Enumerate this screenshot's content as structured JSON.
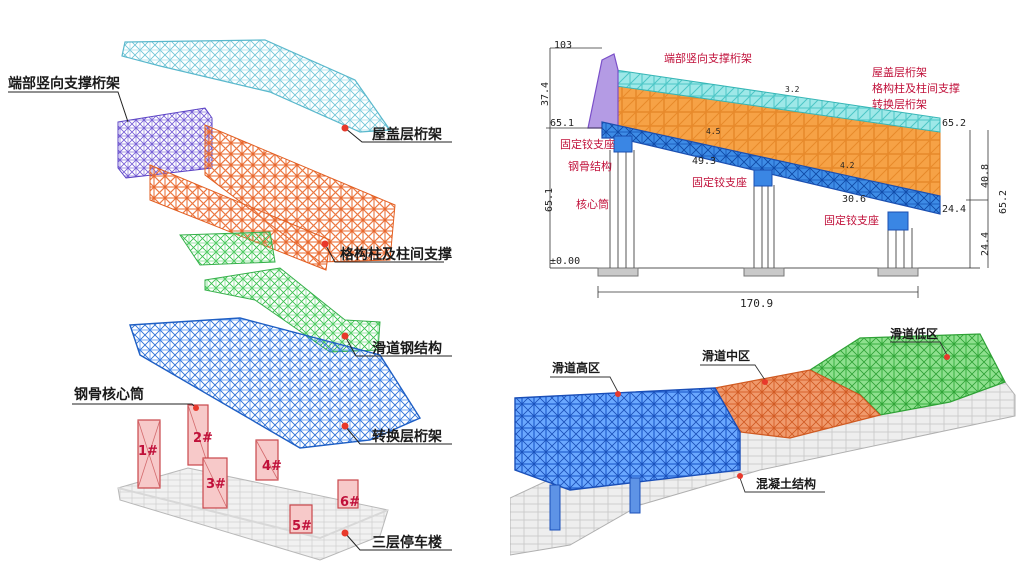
{
  "left_panel": {
    "labels": {
      "end_bracing": "端部竖向支撑桁架",
      "roof_truss": "屋盖层桁架",
      "lattice_column": "格构柱及柱间支撑",
      "slide_steel": "滑道钢结构",
      "steel_core": "钢骨核心筒",
      "transfer_truss": "转换层桁架",
      "parking": "三层停车楼"
    },
    "cores": [
      "1#",
      "2#",
      "3#",
      "4#",
      "5#",
      "6#"
    ]
  },
  "section": {
    "labels": {
      "end_bracing": "端部竖向支撑桁架",
      "roof_truss": "屋盖层桁架",
      "lattice_column": "格构柱及柱间支撑",
      "transfer_truss": "转换层桁架",
      "fixed_bearing_1": "固定铰支座",
      "steel_structure": "钢骨结构",
      "core_tube": "核心筒",
      "fixed_bearing_2": "固定铰支座",
      "fixed_bearing_3": "固定铰支座"
    },
    "dims": {
      "top_left": "103",
      "left_height": "37.4",
      "left_level": "65.1",
      "left_full": "65.1",
      "ground": "±0.00",
      "mid_a": "49.3",
      "mid_b": "30.6",
      "right_level": "24.4",
      "right_top": "65.2",
      "right_h1": "40.8",
      "right_full": "65.2",
      "right_h2": "24.4",
      "width": "170.9",
      "small_a": "3.2",
      "small_b": "4.5",
      "small_c": "4.2"
    }
  },
  "zones": {
    "high": "滑道高区",
    "mid": "滑道中区",
    "low": "滑道低区",
    "concrete": "混凝土结构"
  }
}
